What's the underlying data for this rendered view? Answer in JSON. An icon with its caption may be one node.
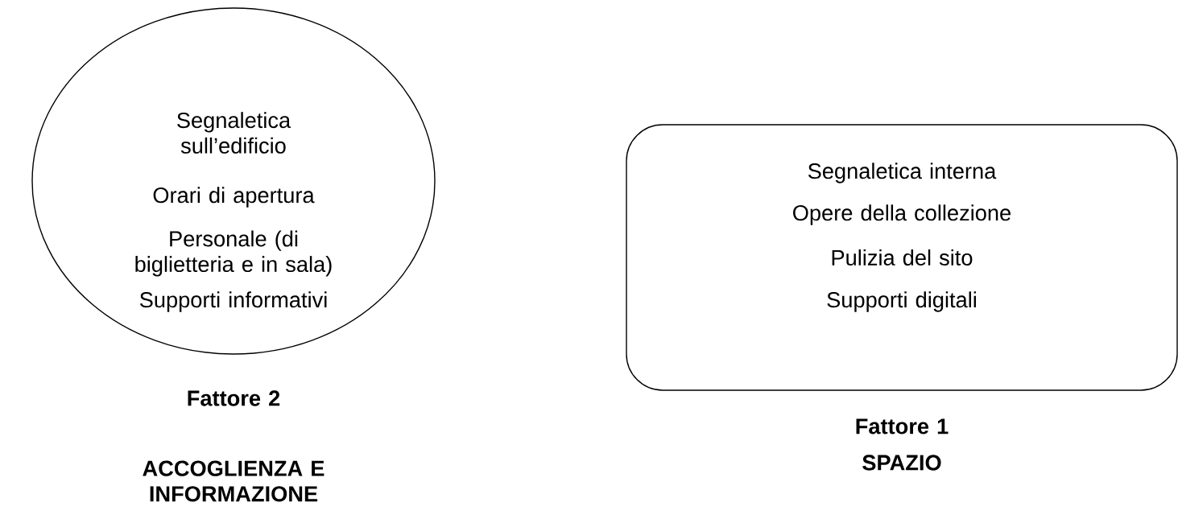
{
  "diagram": {
    "nodes": [
      {
        "text": [
          "Segnaletica sull’edificio",
          "Orari di apertura",
          "Personale (di biglietteria e in sala)",
          "Supporti informativi"
        ],
        "beside": [
          "Fattore 2",
          "ACCOGLIENZA E INFORMAZIONE"
        ]
      },
      {
        "text": [
          "Segnaletica interna",
          "Opere della collezione",
          "Pulizia del sito",
          "Supporti digitali"
        ],
        "beside": [
          "Fattore 1",
          "SPAZIO"
        ]
      }
    ]
  }
}
